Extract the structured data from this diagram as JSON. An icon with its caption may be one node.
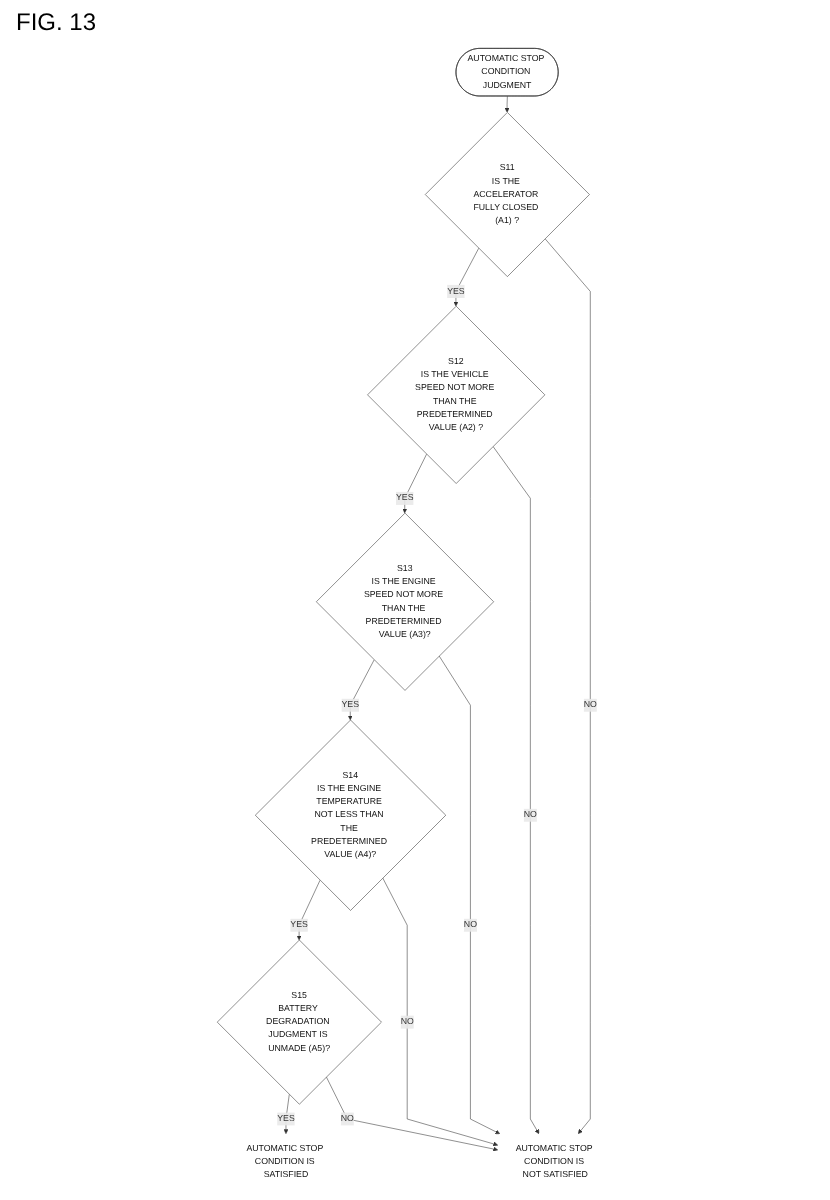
{
  "diagram": {
    "title": "FIG. 13",
    "nodes": [
      {
        "text": [
          "AUTOMATIC STOP CONDITION JUDGMENT"
        ]
      },
      {
        "text": [
          "S11",
          "IS THE ACCELERATOR FULLY CLOSED (A1) ?"
        ]
      },
      {
        "text": [
          "S12",
          "IS THE VEHICLE SPEED NOT MORE THAN THE PREDETERMINED VALUE (A2) ?"
        ]
      },
      {
        "text": [
          "S13",
          "IS THE ENGINE SPEED NOT MORE THAN THE PREDETERMINED VALUE (A3)?"
        ]
      },
      {
        "text": [
          "S14",
          "IS THE ENGINE TEMPERATURE NOT LESS THAN THE PREDETERMINED VALUE (A4)?"
        ]
      },
      {
        "text": [
          "S15",
          "BATTERY DEGRADATION JUDGMENT IS UNMADE (A5)?"
        ]
      },
      {
        "text": [
          "AUTOMATIC STOP CONDITION IS SATISFIED"
        ]
      },
      {
        "text": [
          "AUTOMATIC STOP CONDITION IS NOT SATISFIED"
        ]
      }
    ],
    "edges": [
      {
        "from": 0,
        "to": 1,
        "arrow": "to"
      },
      {
        "from": 1,
        "to": 2,
        "arrow": "to",
        "label": "YES"
      },
      {
        "from": 2,
        "to": 3,
        "arrow": "to",
        "label": "YES"
      },
      {
        "from": 3,
        "to": 4,
        "arrow": "to",
        "label": "YES"
      },
      {
        "from": 4,
        "to": 5,
        "arrow": "to",
        "label": "YES"
      },
      {
        "from": 5,
        "to": 6,
        "arrow": "to",
        "label": "YES"
      },
      {
        "from": 1,
        "to": 7,
        "arrow": "to",
        "label": "NO"
      },
      {
        "from": 2,
        "to": 7,
        "arrow": "to",
        "label": "NO"
      },
      {
        "from": 3,
        "to": 7,
        "arrow": "to",
        "label": "NO"
      },
      {
        "from": 4,
        "to": 7,
        "arrow": "to",
        "label": "NO"
      },
      {
        "from": 5,
        "to": 7,
        "arrow": "to",
        "label": "NO"
      }
    ]
  }
}
